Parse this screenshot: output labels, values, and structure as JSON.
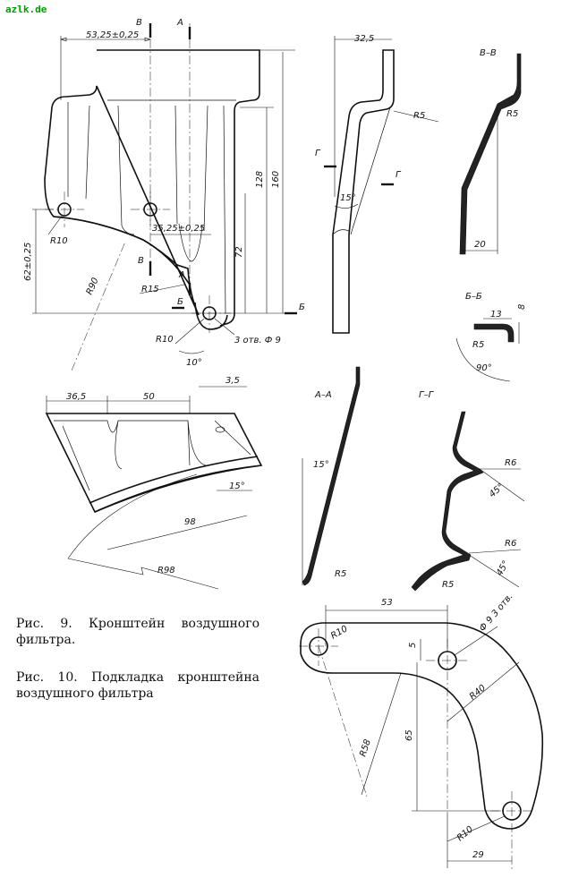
{
  "watermark": "azlk.de",
  "captions": {
    "fig9": "Рис. 9. Кронштейн воздушного фильтра.",
    "fig10": "Рис. 10. Подкладка кронштейна воздушного фильтра"
  },
  "fig9": {
    "main_view": {
      "dim_width": "53,25±0,25",
      "dim_height_total": "160",
      "dim_height_128": "128",
      "dim_height_72": "72",
      "dim_left_62": "62±0,25",
      "dim_hole_spacing": "35,25±0,25",
      "radius_r10_top": "R10",
      "radius_r90": "R90",
      "radius_r15": "R15",
      "radius_r10_bottom": "R10",
      "angle_10": "10°",
      "holes_note": "3 отв. Ф 9",
      "section_b_top": "В",
      "section_a_top": "А",
      "section_b_mid": "В",
      "section_a_mid": "А",
      "section_bb_left": "Б",
      "section_bb_right": "Б"
    },
    "side_view": {
      "dim_32_5": "32,5",
      "radius_r5": "R5",
      "angle_15": "15°",
      "section_g_left": "Г",
      "section_g_right": "Г"
    },
    "section_vv": {
      "title": "В–В",
      "radius": "R5",
      "dim": "20"
    },
    "section_bb": {
      "title": "Б–Б",
      "dim_13": "13",
      "dim_8": "8",
      "radius": "R5",
      "angle": "90°"
    },
    "section_aa": {
      "title": "А–А",
      "angle": "15°",
      "radius": "R5"
    },
    "section_gg": {
      "title": "Г–Г",
      "radius_top": "R6",
      "angle_top": "45°",
      "radius_mid": "R6",
      "angle_mid": "45°",
      "radius_bottom": "R5"
    },
    "top_view": {
      "dim_36_5": "36,5",
      "dim_50": "50",
      "dim_3_5": "3,5",
      "angle_15": "15°",
      "dim_98": "98",
      "radius_r98": "R98"
    }
  },
  "fig10": {
    "dim_53": "53",
    "radius_r10_left": "R10",
    "dim_5": "5",
    "holes_note": "Ф 9 3 отв.",
    "radius_r40": "R40",
    "radius_r58": "R58",
    "dim_65": "65",
    "radius_r10_bottom": "R10",
    "dim_29": "29"
  }
}
